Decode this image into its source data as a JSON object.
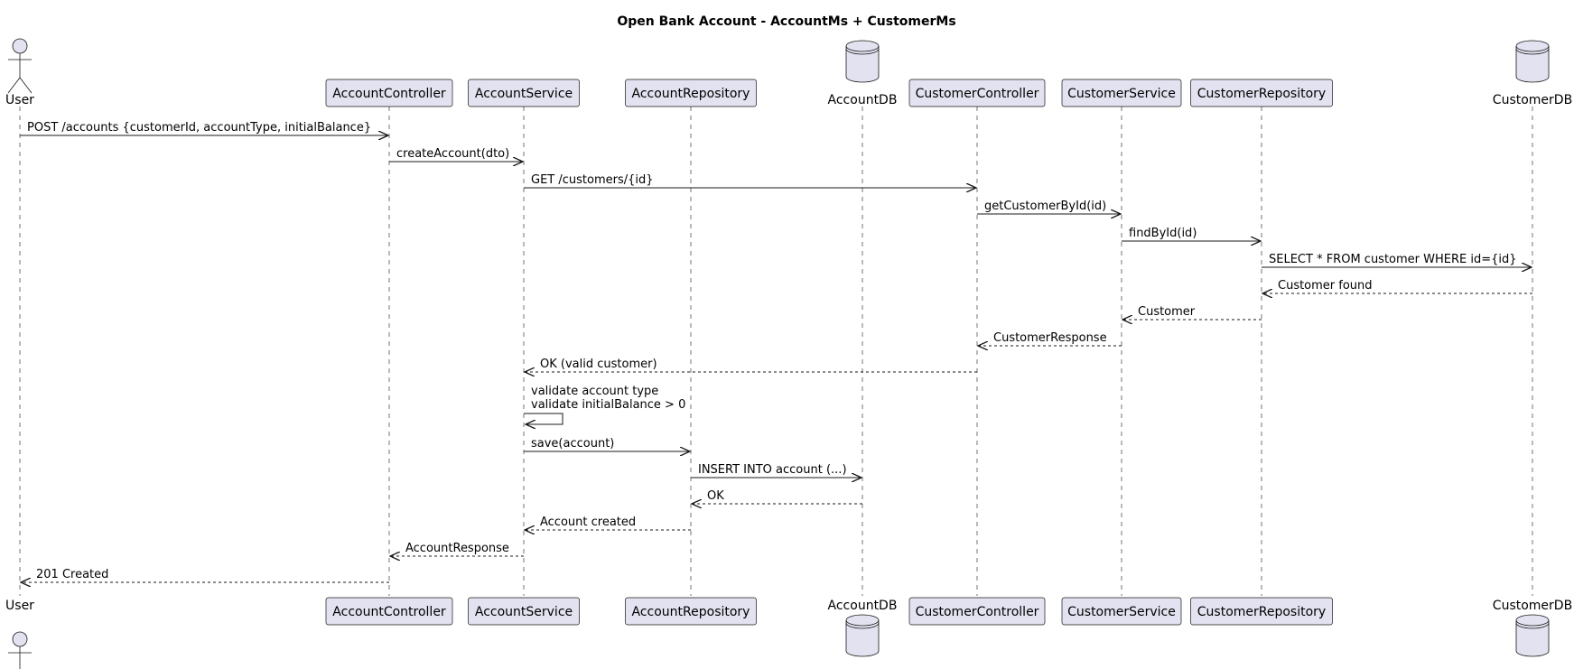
{
  "title": "Open Bank Account - AccountMs + CustomerMs",
  "colors": {
    "participant_fill": "#E2E2F0",
    "participant_border": "#181818",
    "lifeline": "#181818",
    "arrow": "#181818",
    "background": "#FFFFFF"
  },
  "participants": [
    {
      "id": "user",
      "label": "User",
      "kind": "actor"
    },
    {
      "id": "accountController",
      "label": "AccountController",
      "kind": "participant"
    },
    {
      "id": "accountService",
      "label": "AccountService",
      "kind": "participant"
    },
    {
      "id": "accountRepository",
      "label": "AccountRepository",
      "kind": "participant"
    },
    {
      "id": "accountDB",
      "label": "AccountDB",
      "kind": "database"
    },
    {
      "id": "customerController",
      "label": "CustomerController",
      "kind": "participant"
    },
    {
      "id": "customerService",
      "label": "CustomerService",
      "kind": "participant"
    },
    {
      "id": "customerRepository",
      "label": "CustomerRepository",
      "kind": "participant"
    },
    {
      "id": "customerDB",
      "label": "CustomerDB",
      "kind": "database"
    }
  ],
  "messages": [
    {
      "from": "user",
      "to": "accountController",
      "style": "solid",
      "lines": [
        "POST /accounts {customerId, accountType, initialBalance}"
      ]
    },
    {
      "from": "accountController",
      "to": "accountService",
      "style": "solid",
      "lines": [
        "createAccount(dto)"
      ]
    },
    {
      "from": "accountService",
      "to": "customerController",
      "style": "solid",
      "lines": [
        "GET /customers/{id}"
      ]
    },
    {
      "from": "customerController",
      "to": "customerService",
      "style": "solid",
      "lines": [
        "getCustomerById(id)"
      ]
    },
    {
      "from": "customerService",
      "to": "customerRepository",
      "style": "solid",
      "lines": [
        "findById(id)"
      ]
    },
    {
      "from": "customerRepository",
      "to": "customerDB",
      "style": "solid",
      "lines": [
        "SELECT * FROM customer WHERE id={id}"
      ]
    },
    {
      "from": "customerDB",
      "to": "customerRepository",
      "style": "dashed",
      "lines": [
        "Customer found"
      ]
    },
    {
      "from": "customerRepository",
      "to": "customerService",
      "style": "dashed",
      "lines": [
        "Customer"
      ]
    },
    {
      "from": "customerService",
      "to": "customerController",
      "style": "dashed",
      "lines": [
        "CustomerResponse"
      ]
    },
    {
      "from": "customerController",
      "to": "accountService",
      "style": "dashed",
      "lines": [
        "OK (valid customer)"
      ]
    },
    {
      "from": "accountService",
      "to": "accountService",
      "style": "solid",
      "lines": [
        "validate account type",
        "validate initialBalance > 0"
      ]
    },
    {
      "from": "accountService",
      "to": "accountRepository",
      "style": "solid",
      "lines": [
        "save(account)"
      ]
    },
    {
      "from": "accountRepository",
      "to": "accountDB",
      "style": "solid",
      "lines": [
        "INSERT INTO account (...)"
      ]
    },
    {
      "from": "accountDB",
      "to": "accountRepository",
      "style": "dashed",
      "lines": [
        "OK"
      ]
    },
    {
      "from": "accountRepository",
      "to": "accountService",
      "style": "dashed",
      "lines": [
        "Account created"
      ]
    },
    {
      "from": "accountService",
      "to": "accountController",
      "style": "dashed",
      "lines": [
        "AccountResponse"
      ]
    },
    {
      "from": "accountController",
      "to": "user",
      "style": "dashed",
      "lines": [
        "201 Created"
      ]
    }
  ]
}
